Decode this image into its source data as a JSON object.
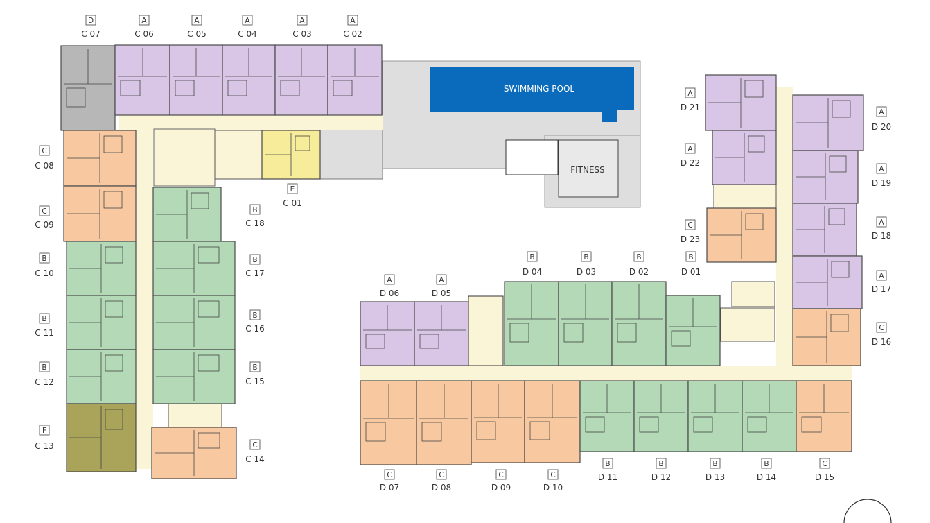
{
  "amenities": {
    "pool_label": "SWIMMING POOL",
    "fitness_label": "FITNESS"
  },
  "colors": {
    "type_A": "#d9c6e6",
    "type_B": "#b3d9b6",
    "type_C": "#f8c9a1",
    "type_D": "#b7b7b7",
    "type_E": "#f6ec9a",
    "type_F": "#a9a45a",
    "corridor": "#fbf5d7",
    "common": "#dedede",
    "pool": "#0a6abc"
  },
  "units": [
    {
      "id": "C 07",
      "type": "D"
    },
    {
      "id": "C 06",
      "type": "A"
    },
    {
      "id": "C 05",
      "type": "A"
    },
    {
      "id": "C 04",
      "type": "A"
    },
    {
      "id": "C 03",
      "type": "A"
    },
    {
      "id": "C 02",
      "type": "A"
    },
    {
      "id": "C 08",
      "type": "C"
    },
    {
      "id": "C 09",
      "type": "C"
    },
    {
      "id": "C 10",
      "type": "B"
    },
    {
      "id": "C 11",
      "type": "B"
    },
    {
      "id": "C 12",
      "type": "B"
    },
    {
      "id": "C 13",
      "type": "F"
    },
    {
      "id": "C 01",
      "type": "E"
    },
    {
      "id": "C 18",
      "type": "B"
    },
    {
      "id": "C 17",
      "type": "B"
    },
    {
      "id": "C 16",
      "type": "B"
    },
    {
      "id": "C 15",
      "type": "B"
    },
    {
      "id": "C 14",
      "type": "C"
    },
    {
      "id": "D 21",
      "type": "A"
    },
    {
      "id": "D 22",
      "type": "A"
    },
    {
      "id": "D 23",
      "type": "C"
    },
    {
      "id": "D 20",
      "type": "A"
    },
    {
      "id": "D 19",
      "type": "A"
    },
    {
      "id": "D 18",
      "type": "A"
    },
    {
      "id": "D 17",
      "type": "A"
    },
    {
      "id": "D 16",
      "type": "C"
    },
    {
      "id": "D 04",
      "type": "B"
    },
    {
      "id": "D 03",
      "type": "B"
    },
    {
      "id": "D 02",
      "type": "B"
    },
    {
      "id": "D 01",
      "type": "B"
    },
    {
      "id": "D 06",
      "type": "A"
    },
    {
      "id": "D 05",
      "type": "A"
    },
    {
      "id": "D 07",
      "type": "C"
    },
    {
      "id": "D 08",
      "type": "C"
    },
    {
      "id": "D 09",
      "type": "C"
    },
    {
      "id": "D 10",
      "type": "C"
    },
    {
      "id": "D 11",
      "type": "B"
    },
    {
      "id": "D 12",
      "type": "B"
    },
    {
      "id": "D 13",
      "type": "B"
    },
    {
      "id": "D 14",
      "type": "B"
    },
    {
      "id": "D 15",
      "type": "C"
    }
  ]
}
